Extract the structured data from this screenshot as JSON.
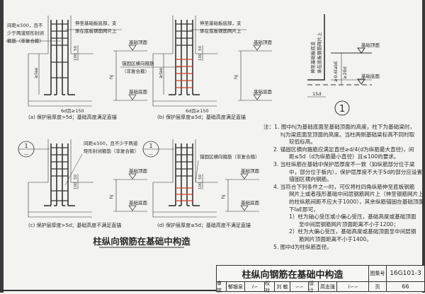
{
  "figures": {
    "a": {
      "caption": "(a) 保护层厚度>5d；基础高度满足直锚",
      "stirrup_note": [
        "间距≤500，且不",
        "少于两道矩形封闭",
        "箍筋（非复合箍）"
      ],
      "extend_note": [
        "伸至基础板底部，支",
        "承在底板钢筋网片上"
      ],
      "top_label": "基础顶面",
      "bottom_label": "基础底面",
      "dim_50": "50",
      "dim_100": "100",
      "dim_lae": "≥lae",
      "dim_hj": "hj",
      "dim_bottom": "6d且≥150"
    },
    "b": {
      "caption": "(b) 保护层厚度≤5d；基础高度满足直锚",
      "extend_note": [
        "伸至基础板底部，支",
        "承在底板钢筋网片上"
      ],
      "anchor_note": [
        "锚固区横向箍筋",
        "（非复合箍）"
      ],
      "top_label": "基础顶面",
      "bottom_label": "基础底面",
      "dim_50": "50",
      "dim_100": "100",
      "dim_lae": "≥lae",
      "dim_hj": "hj",
      "dim_bottom": "6d且≥150"
    },
    "c": {
      "caption": "(c) 保护层厚度>5d；基础高度不满足直锚",
      "stirrup_note": [
        "间距≤500，且不少于两道",
        "矩形封闭箍筋（非复合箍）"
      ],
      "detail_ref_top": "1",
      "detail_ref_bottom": "—",
      "top_label": "基础顶面",
      "bottom_label": "基础底面",
      "dim_50": "50",
      "dim_100": "100",
      "dim_hj": "hj"
    },
    "d": {
      "caption": "(d) 保护层厚度≤5d；基础高度不满足直锚",
      "anchor_note": "锚固区横向箍筋（非复合箍）",
      "detail_ref_top": "1",
      "detail_ref_bottom": "—",
      "top_label": "基础顶面",
      "bottom_label": "基础底面",
      "dim_50": "50",
      "dim_100": "100",
      "dim_hj": "hj"
    },
    "detail1": {
      "vertical_note": [
        "伸至基础板底支",
        "承在底板钢筋网片上"
      ],
      "top_label": "基础顶面",
      "bottom_label": "基础底面",
      "dim_anchor": "≥0.6labE",
      "dim_20d": "≥20d",
      "dim_15d": "15d",
      "ref": "1"
    }
  },
  "main_title": "柱纵向钢筋在基础中构造",
  "colors": {
    "rebar": "#333333",
    "anchor_stirrup": "#d0402a"
  },
  "notes": {
    "lines": [
      {
        "indent": 0,
        "text": "注：1. 图中hj为基础底面至基础顶面的高度，柱下为基础梁时，"
      },
      {
        "indent": 2,
        "text": "hj为梁底面至顶面的高度。当柱两侧基础梁标高不同时取"
      },
      {
        "indent": 3,
        "text": "较低标高。"
      },
      {
        "indent": 1,
        "text": "2. 锚固区横向箍筋应满足直径≥d/4(d为纵筋最大直径)，间"
      },
      {
        "indent": 3,
        "text": "距≤5d（d为纵筋最小直径）且≤100的要求。"
      },
      {
        "indent": 1,
        "text": "3. 当柱纵筋在基础中保护层厚度不一致（如纵筋部分位于梁"
      },
      {
        "indent": 3,
        "text": "中，部分位于板内），保护层厚度不大于5d的部分应设置"
      },
      {
        "indent": 3,
        "text": "锚固区横向钢筋。"
      },
      {
        "indent": 1,
        "text": "4. 当符合下列条件之一时，可仅将柱四角纵筋伸至底板钢筋"
      },
      {
        "indent": 3,
        "text": "网片上或者筏形基础中间层钢筋网片上（伸至钢筋网片上"
      },
      {
        "indent": 3,
        "text": "的柱纵筋间距不应大于1000），其余纵筋锚固在基础顶面"
      },
      {
        "indent": 3,
        "text": "下laE即可。"
      },
      {
        "indent": 3,
        "text": "1）柱为轴心受压或小偏心受压，基础高度或基础顶面"
      },
      {
        "indent": 4,
        "text": "至中间层钢筋网片顶面距离不小于1200；"
      },
      {
        "indent": 3,
        "text": "2）柱为大偏心受压，基础高度或基础顶面至中间层钢"
      },
      {
        "indent": 4,
        "text": "筋网片顶面距离不小于1400。"
      },
      {
        "indent": 1,
        "text": "5. 图中d为柱纵筋直径。"
      }
    ]
  },
  "title_block": {
    "title": "柱纵向钢筋在基础中构造",
    "atlas_label": "图集号",
    "atlas_no": "16G101-3",
    "review_label": "审核",
    "reviewer": "郁银泉",
    "check_label": "校对",
    "checker": "刘 敏",
    "design_label": "设计",
    "designer": "高志强",
    "page_label": "页",
    "page_no": "66"
  }
}
